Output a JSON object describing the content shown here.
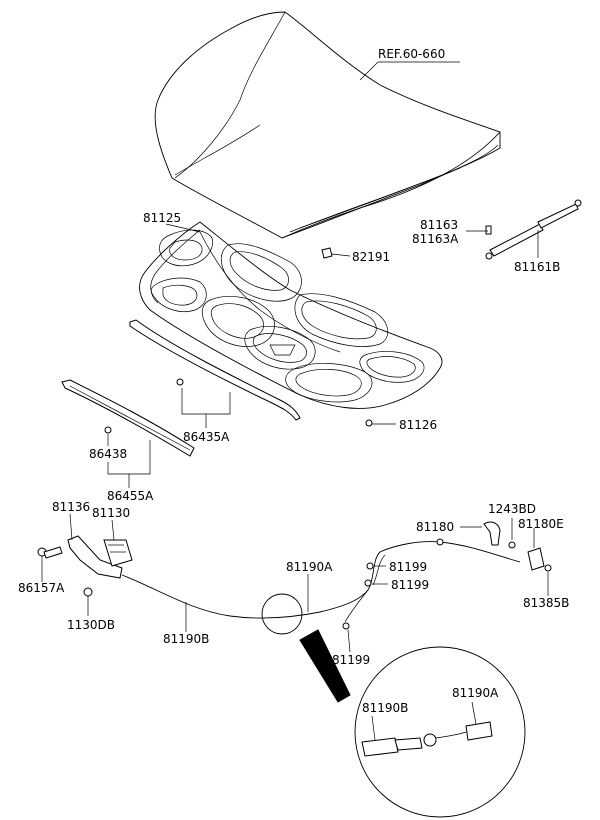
{
  "labels": {
    "ref": "REF.60-660",
    "p81125": "81125",
    "p82191": "82191",
    "p81163": "81163",
    "p81163A": "81163A",
    "p81161B": "81161B",
    "p81126": "81126",
    "p86435A": "86435A",
    "p86438": "86438",
    "p86455A": "86455A",
    "p81136": "81136",
    "p81130": "81130",
    "p86157A": "86157A",
    "p1130DB": "1130DB",
    "p81190B": "81190B",
    "p81190A": "81190A",
    "p81180": "81180",
    "p1243BD": "1243BD",
    "p81180E": "81180E",
    "p81199a": "81199",
    "p81199b": "81199",
    "p81199c": "81199",
    "p81385B": "81385B",
    "detail_81190B": "81190B",
    "detail_81190A": "81190A"
  }
}
